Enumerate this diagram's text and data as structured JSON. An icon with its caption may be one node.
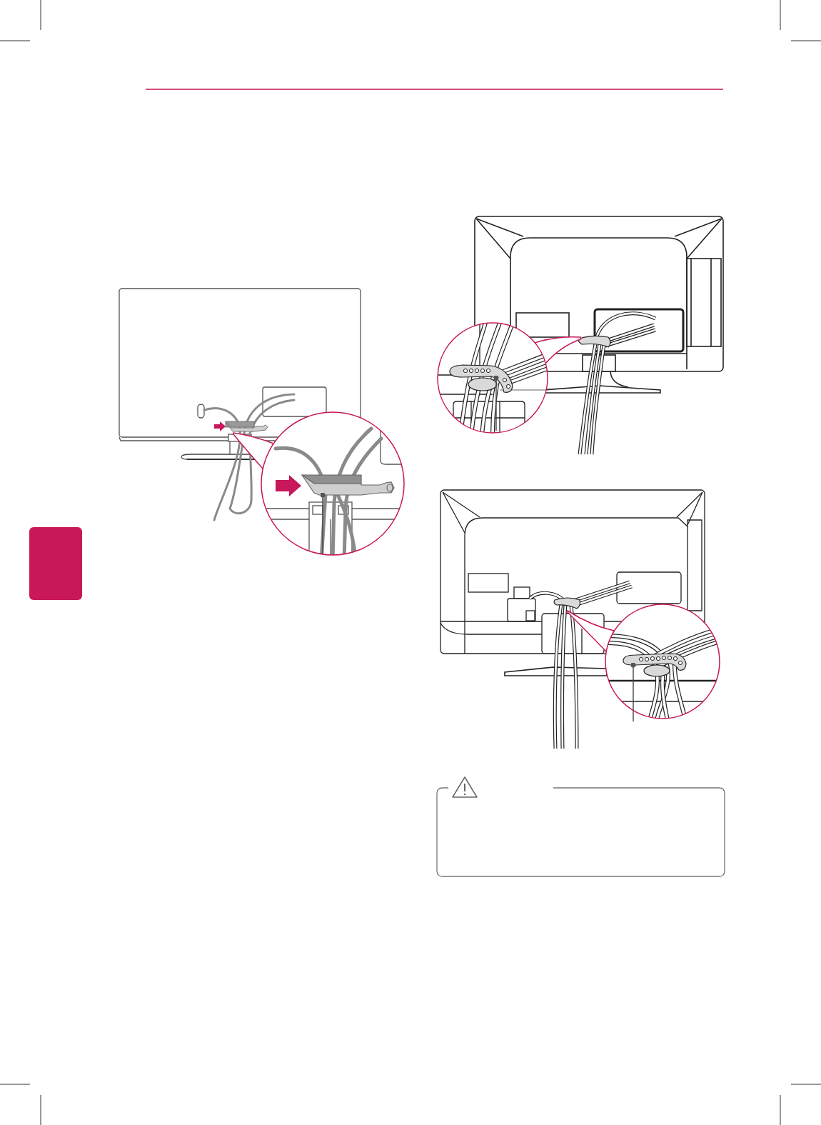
{
  "diagram": {
    "nodes": [
      {
        "text": [],
        "shape": "picture"
      },
      {
        "text": [],
        "shape": "picture"
      },
      {
        "text": [],
        "shape": "picture"
      },
      {
        "text": [],
        "shape": "box"
      }
    ],
    "edges": [
      {
        "from": null,
        "to": 0,
        "arrow": "other"
      },
      {
        "from": null,
        "to": 1,
        "arrow": "other"
      },
      {
        "from": null,
        "to": 2,
        "arrow": "other"
      }
    ]
  }
}
